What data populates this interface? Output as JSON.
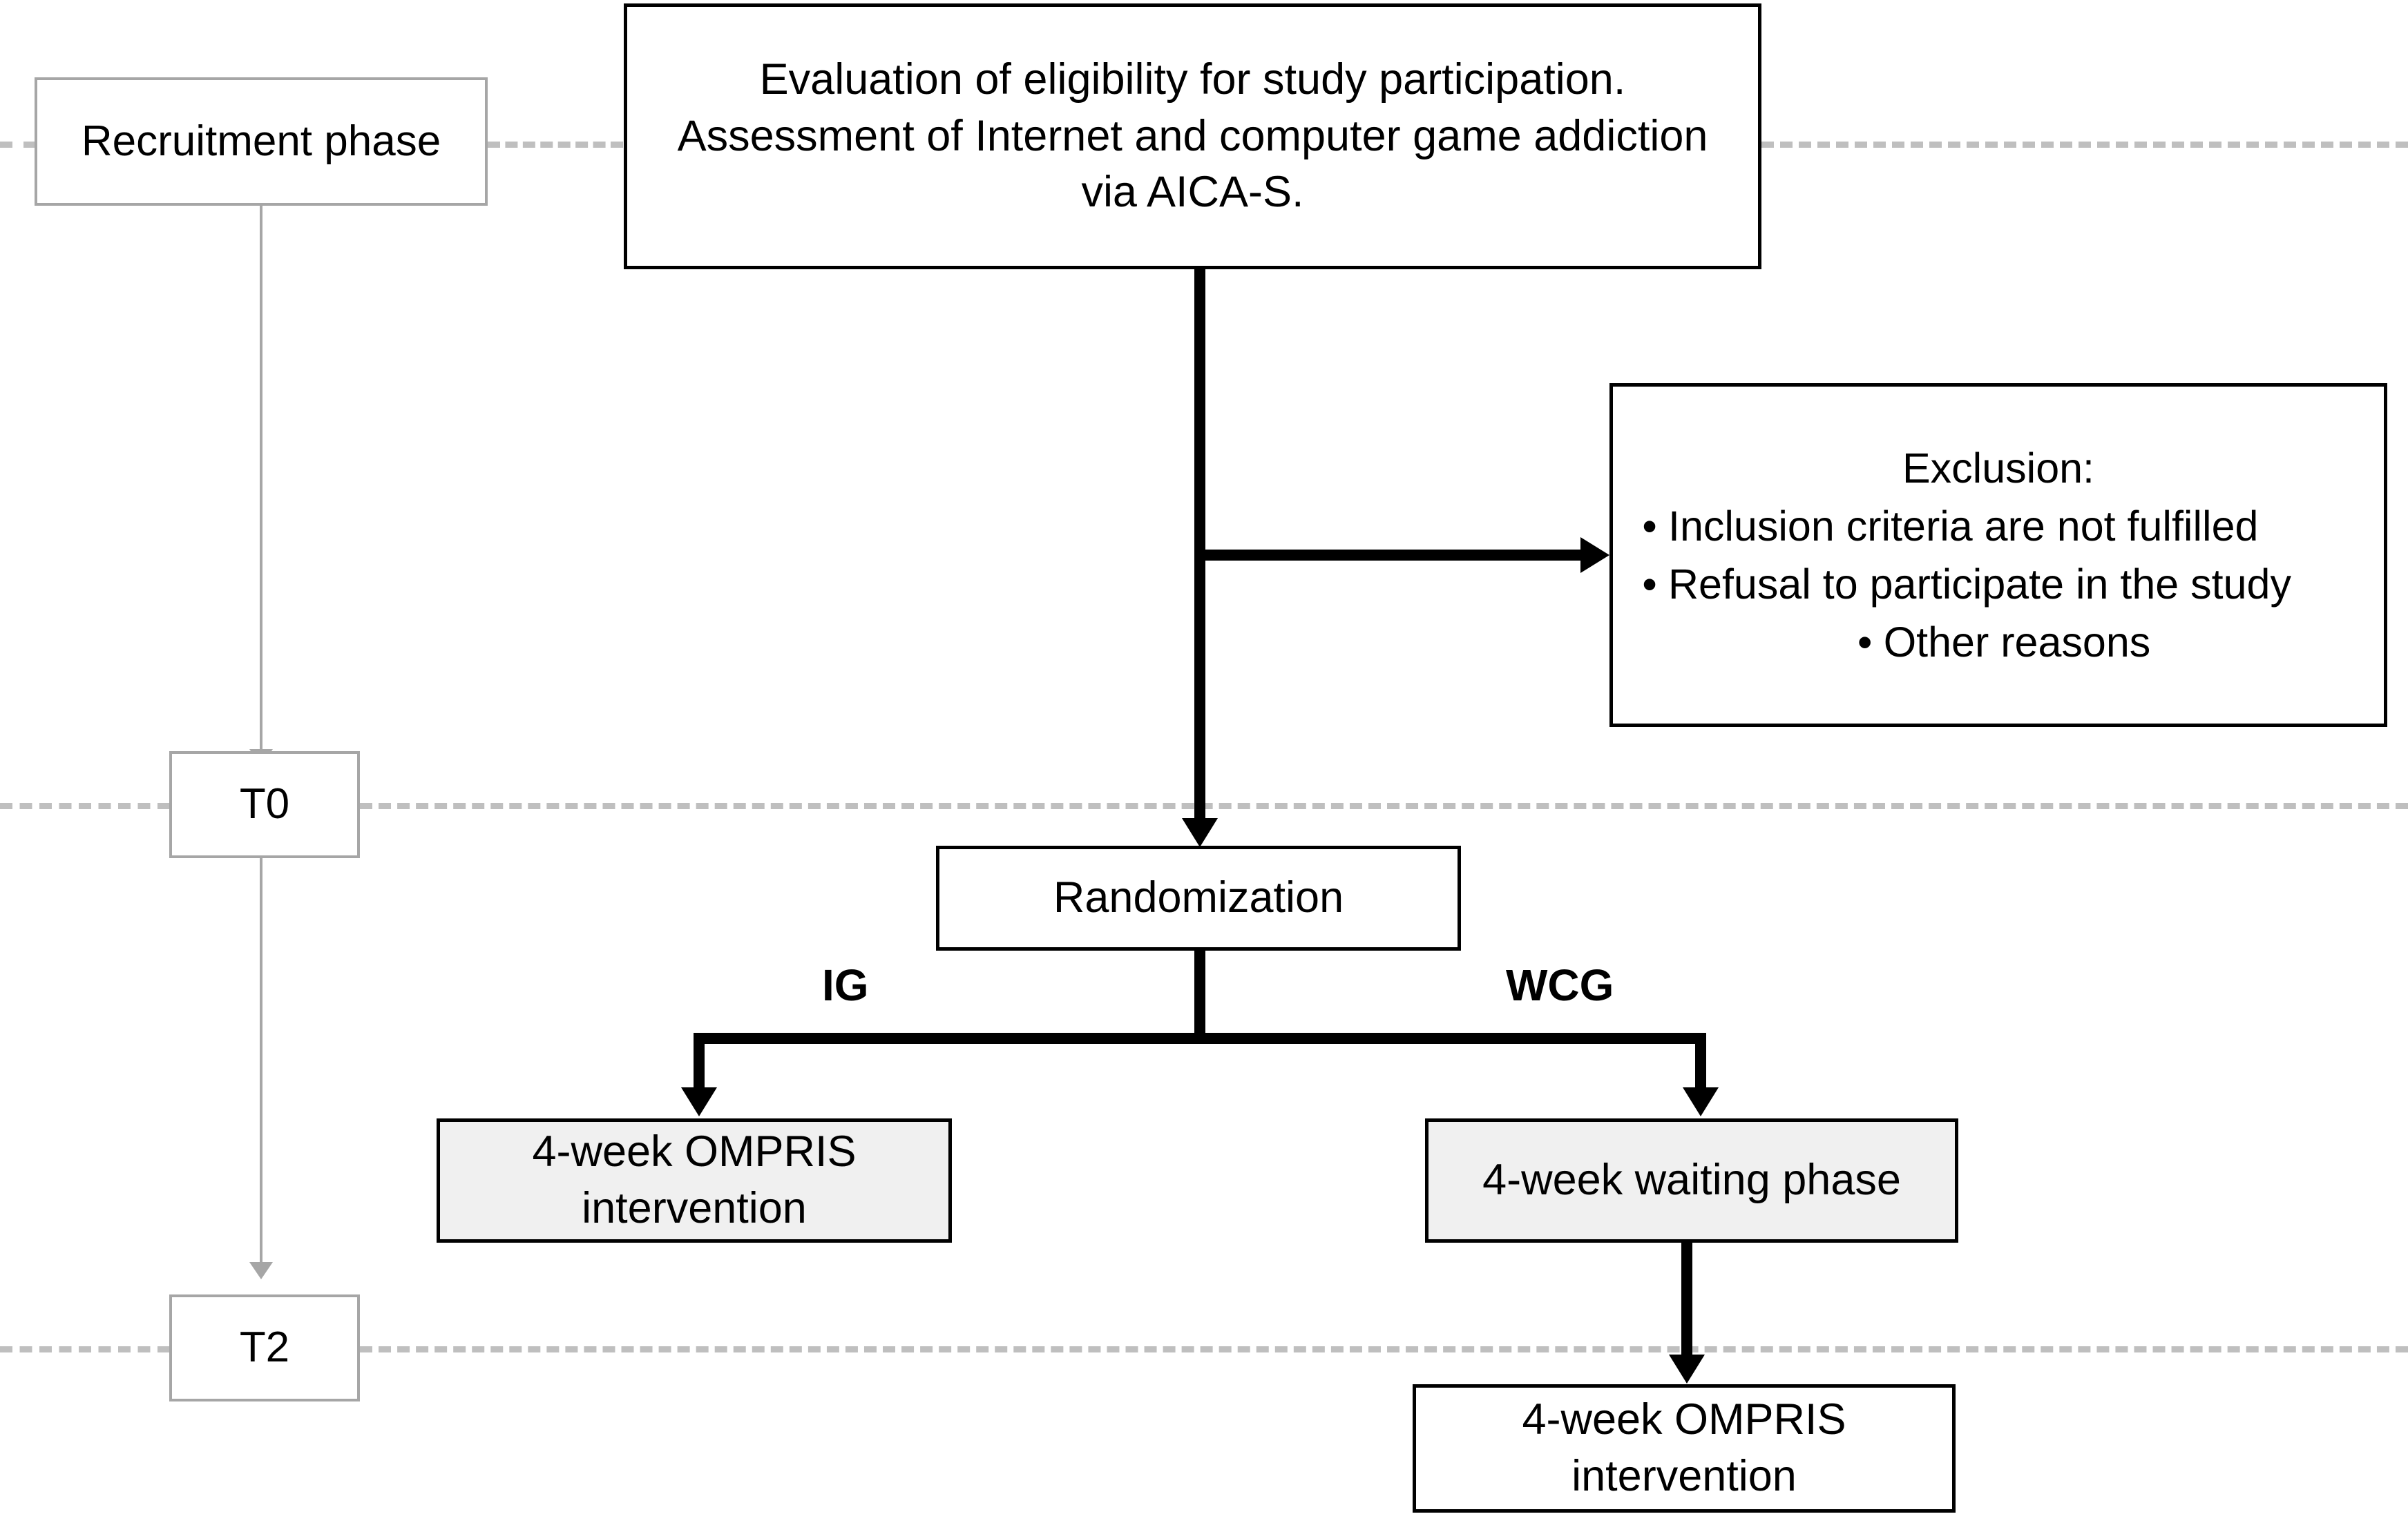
{
  "diagram": {
    "title": "OMPRIS study flow diagram",
    "colors": {
      "black": "#000000",
      "gray_border": "#a6a6a6",
      "dashed_gray": "#bfbfbf",
      "shaded_fill": "#f0f0f0",
      "background": "#ffffff"
    }
  },
  "timeline": {
    "recruitment": {
      "label": "Recruitment phase"
    },
    "t0": {
      "label": "T0"
    },
    "t2": {
      "label": "T2"
    }
  },
  "nodes": {
    "eligibility": {
      "line1": "Evaluation of eligibility for study participation.",
      "line2": "Assessment of Internet and computer game addiction",
      "line3": "via AICA-S."
    },
    "exclusion": {
      "title": "Exclusion:",
      "bullet_glyph": "•",
      "items": [
        "Inclusion criteria are not fulfilled",
        "Refusal to participate in the study",
        "Other reasons"
      ]
    },
    "randomization": {
      "label": "Randomization"
    },
    "ig_intervention": {
      "line1": "4-week OMPRIS",
      "line2": "intervention"
    },
    "wcg_waiting": {
      "label": "4-week waiting phase"
    },
    "wcg_intervention": {
      "line1": "4-week OMPRIS",
      "line2": "intervention"
    }
  },
  "branches": {
    "ig": "IG",
    "wcg": "WCG"
  }
}
